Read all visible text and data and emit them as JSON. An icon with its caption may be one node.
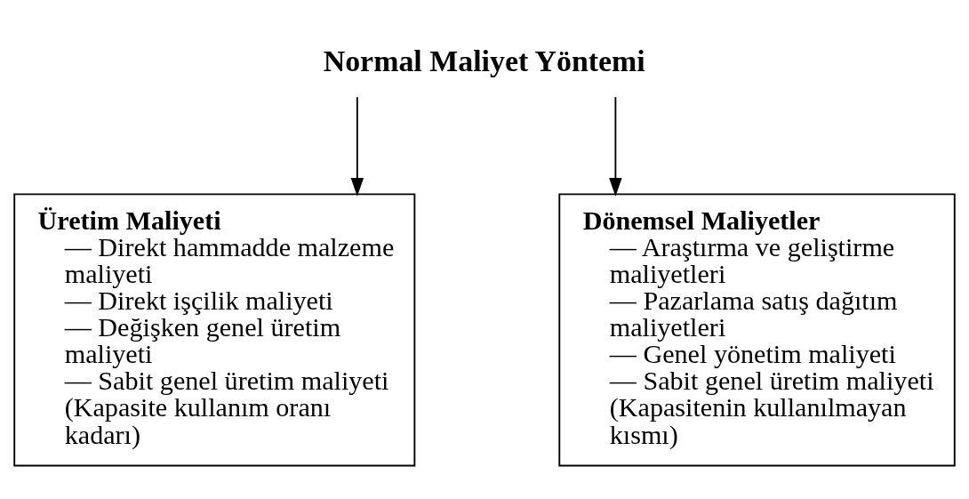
{
  "diagram": {
    "nodes": [
      {
        "text": [
          "Normal Maliyet Yöntemi"
        ]
      },
      {
        "text": [
          "Üretim Maliyeti",
          "— Direkt hammadde malzeme maliyeti",
          "— Direkt işçilik maliyeti",
          "— Değişken genel üretim maliyeti",
          "— Sabit genel üretim maliyeti (Kapasite kullanım oranı kadarı)"
        ]
      },
      {
        "text": [
          "Dönemsel Maliyetler",
          "— Araştırma ve geliştirme maliyetleri",
          "— Pazarlama satış dağıtım maliyetleri",
          "— Genel yönetim maliyeti",
          "— Sabit genel üretim maliyeti (Kapasitenin kullanılmayan kısmı)"
        ]
      }
    ],
    "edges": [
      {
        "from": 0,
        "to": 1,
        "arrow": "to"
      },
      {
        "from": 0,
        "to": 2,
        "arrow": "to"
      }
    ]
  }
}
